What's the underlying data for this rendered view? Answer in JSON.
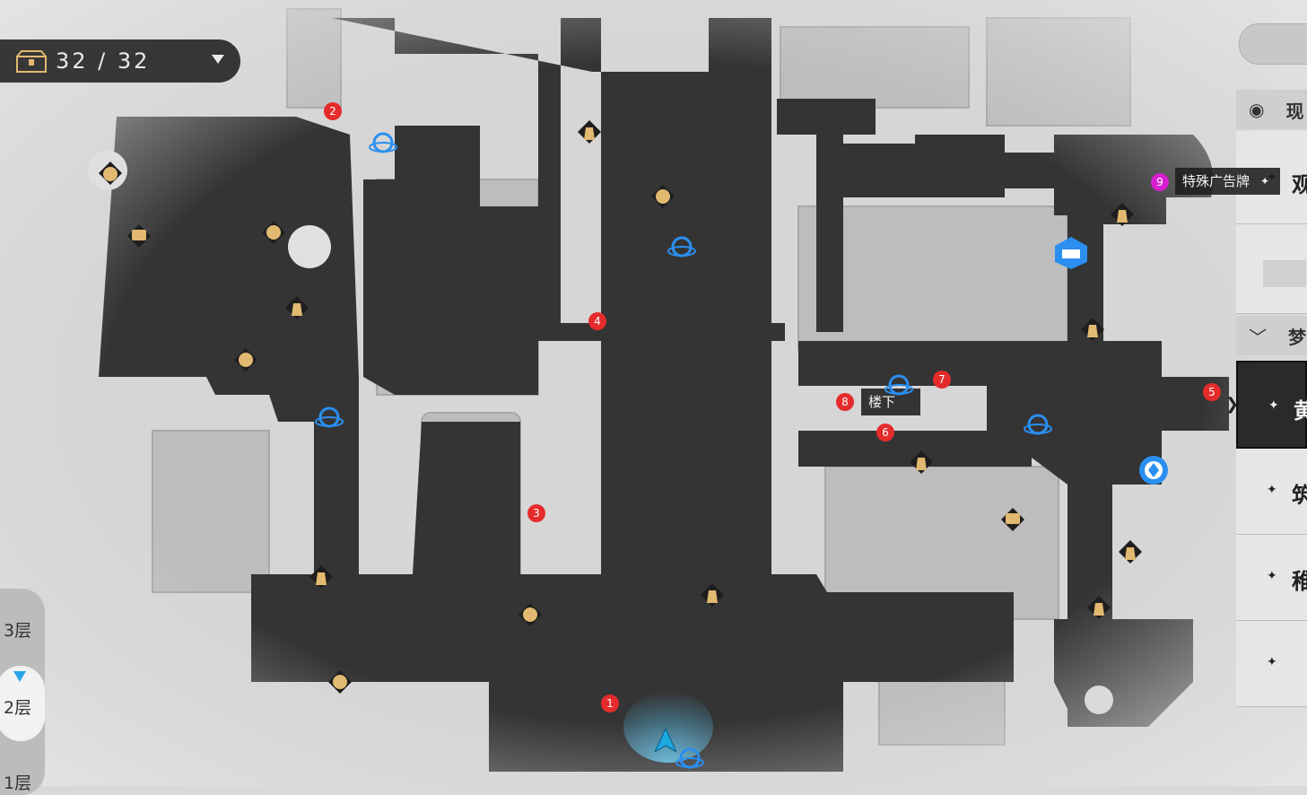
{
  "chest_counter": {
    "text": "32 / 32",
    "icon": "chest-icon"
  },
  "floors": [
    "3层",
    "2层",
    "1层"
  ],
  "active_floor": "2层",
  "right_panel": {
    "headers": [
      {
        "icon": "eye-icon",
        "text": "现"
      },
      {
        "icon": "chevron-down-icon",
        "text": "梦"
      }
    ],
    "items": [
      {
        "text": "观",
        "active": false
      },
      {
        "text": "",
        "active": false
      },
      {
        "text": "黄",
        "active": true
      },
      {
        "text": "筑",
        "active": false
      },
      {
        "text": "稚",
        "active": false
      },
      {
        "text": "",
        "active": false
      }
    ]
  },
  "markers": [
    {
      "num": "1"
    },
    {
      "num": "2"
    },
    {
      "num": "3"
    },
    {
      "num": "4"
    },
    {
      "num": "5"
    },
    {
      "num": "6"
    },
    {
      "num": "7"
    },
    {
      "num": "8"
    },
    {
      "num": "9"
    }
  ],
  "labels": {
    "special_billboard": "特殊广告牌",
    "downstairs": "楼下"
  },
  "colors": {
    "road": "#323232",
    "building": "#b4b4b4",
    "marker": "#e52b2b",
    "special_marker": "#d81fd0",
    "gold_icon": "#e2b970",
    "blue_icon": "#2a8ff0"
  }
}
